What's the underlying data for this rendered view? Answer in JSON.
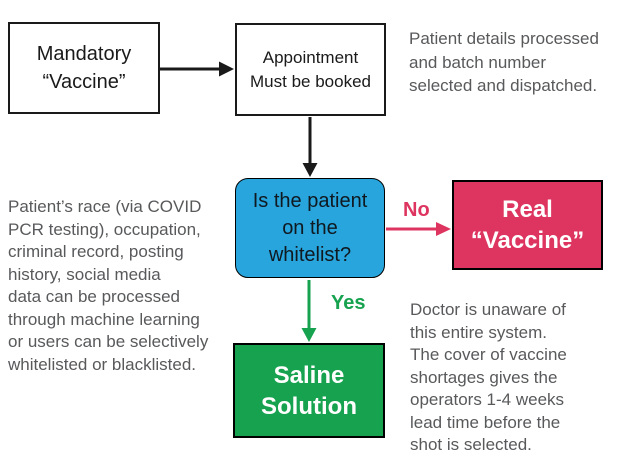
{
  "diagram": {
    "background": "#ffffff",
    "colors": {
      "decision_fill": "#27a5dc",
      "real_vaccine_fill": "#de3560",
      "saline_fill": "#17a24f",
      "note_text": "#58595b",
      "arrow_black": "#1a1a1a",
      "no_accent": "#de3560",
      "yes_accent": "#17a24f"
    },
    "nodes": {
      "mandatory": {
        "label": "Mandatory\n“Vaccine”"
      },
      "appointment": {
        "label": "Appointment\nMust be booked"
      },
      "decision": {
        "label": "Is the patient\non the\nwhitelist?"
      },
      "real_vaccine": {
        "label": "Real\n“Vaccine”"
      },
      "saline": {
        "label": "Saline\nSolution"
      }
    },
    "edge_labels": {
      "no": "No",
      "yes": "Yes"
    },
    "annotations": {
      "top_right": "Patient details processed\nand batch number\nselected and dispatched.",
      "left": "Patient’s race (via COVID\nPCR testing), occupation,\ncriminal record, posting\nhistory, social media\ndata can be processed\nthrough machine learning\nor users can be selectively\nwhitelisted or blacklisted.",
      "bottom_right": "Doctor  is unaware of\nthis entire system.\nThe cover of vaccine\nshortages gives the\noperators 1-4 weeks\nlead time before the\nshot is selected."
    }
  }
}
